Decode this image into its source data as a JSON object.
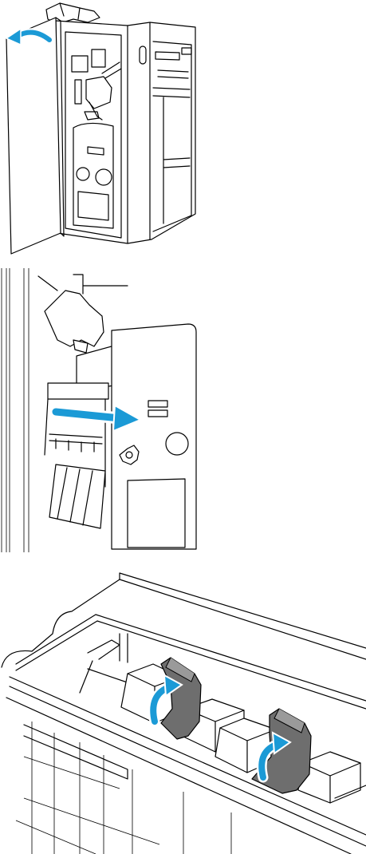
{
  "figure": {
    "steps": [
      {
        "id": 1,
        "action": "open-front-door"
      },
      {
        "id": 2,
        "action": "pull-out-stapler-carriage"
      },
      {
        "id": 3,
        "action": "lift-staple-cartridge-tabs"
      }
    ]
  },
  "colors": {
    "arrow": "#1b9ad6",
    "arrow_outline": "#ffffff",
    "line": "#000000",
    "cartridge_tab": "#6e6e6e",
    "background": "#ffffff"
  },
  "icons": [
    "curved-arrow-icon",
    "straight-arrow-icon",
    "hinge-arrow-icon"
  ]
}
